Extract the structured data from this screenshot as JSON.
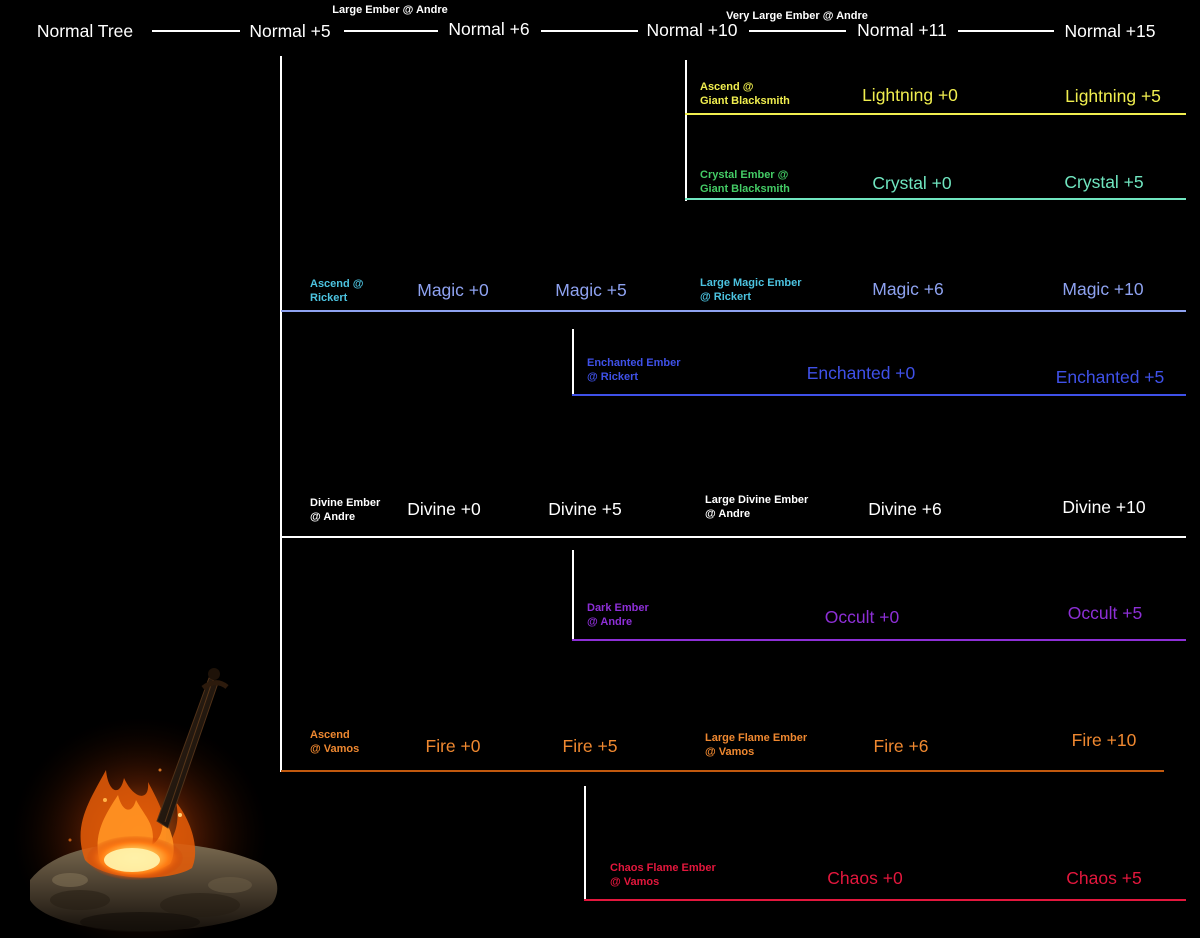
{
  "colors": {
    "background": "#000000",
    "normal": "#ffffff",
    "lightning": "#f0ee4f",
    "crystal": "#70e6c0",
    "crystal_ember": "#44cc66",
    "magic": "#8ea2f0",
    "magic_ember": "#4cc3e0",
    "enchanted": "#3f51e8",
    "divine": "#ffffff",
    "occult": "#8d2fd6",
    "fire": "#ef8830",
    "fire_line": "#c1590e",
    "chaos": "#e3173d"
  },
  "normal_row": {
    "nodes": [
      "Normal Tree",
      "Normal +5",
      "Normal +6",
      "Normal +10",
      "Normal +11",
      "Normal +15"
    ],
    "transition_labels": [
      "Large Ember @ Andre",
      "Very Large Ember @ Andre"
    ]
  },
  "paths": {
    "lightning": {
      "ember": "Ascend @\nGiant Blacksmith",
      "nodes": [
        "Lightning +0",
        "Lightning +5"
      ]
    },
    "crystal": {
      "ember": "Crystal Ember @\nGiant Blacksmith",
      "nodes": [
        "Crystal +0",
        "Crystal +5"
      ]
    },
    "magic": {
      "ember": "Ascend @\nRickert",
      "ember2": "Large Magic Ember\n@ Rickert",
      "nodes": [
        "Magic +0",
        "Magic +5",
        "Magic +6",
        "Magic +10"
      ]
    },
    "enchanted": {
      "ember": "Enchanted Ember\n@ Rickert",
      "nodes": [
        "Enchanted +0",
        "Enchanted +5"
      ]
    },
    "divine": {
      "ember": "Divine Ember\n@ Andre",
      "ember2": "Large Divine Ember\n@ Andre",
      "nodes": [
        "Divine +0",
        "Divine +5",
        "Divine +6",
        "Divine +10"
      ]
    },
    "occult": {
      "ember": "Dark Ember\n@ Andre",
      "nodes": [
        "Occult +0",
        "Occult +5"
      ]
    },
    "fire": {
      "ember": "Ascend\n@ Vamos",
      "ember2": "Large Flame Ember\n@ Vamos",
      "nodes": [
        "Fire +0",
        "Fire +5",
        "Fire +6",
        "Fire +10"
      ]
    },
    "chaos": {
      "ember": "Chaos Flame Ember\n@ Vamos",
      "nodes": [
        "Chaos +0",
        "Chaos +5"
      ]
    }
  }
}
